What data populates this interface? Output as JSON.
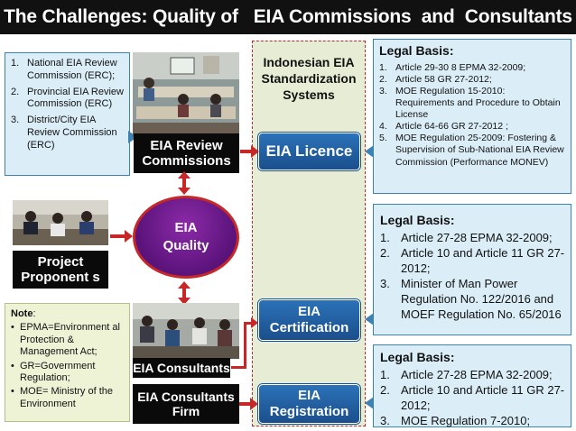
{
  "title": "The Challenges: Quality of   EIA Commissions  and  Consultants",
  "commissions_list": [
    {
      "num": "1.",
      "text": "National EIA Review Commission (ERC);"
    },
    {
      "num": "2.",
      "text": "Provincial EIA Review Commission (ERC)"
    },
    {
      "num": "3.",
      "text": "District/City EIA Review Commission (ERC)"
    }
  ],
  "labels": {
    "eia_review_commissions_1": "EIA Review",
    "eia_review_commissions_2": "Commissions",
    "eia_quality_1": "EIA",
    "eia_quality_2": "Quality",
    "project_proponents_1": "Project",
    "project_proponents_2": "Proponent s",
    "eia_consultants": "EIA Consultants",
    "eia_consultants_firm_1": "EIA Consultants",
    "eia_consultants_firm_2": "Firm"
  },
  "center_column": {
    "title_1": "Indonesian EIA",
    "title_2": "Standardization",
    "title_3": "Systems",
    "licence": "EIA Licence",
    "certification_1": "EIA",
    "certification_2": "Certification",
    "registration_1": "EIA",
    "registration_2": "Registration"
  },
  "legal_basis_1": {
    "title": "Legal Basis:",
    "items": [
      {
        "num": "1.",
        "text": "Article 29-30 8 EPMA 32-2009;"
      },
      {
        "num": "2.",
        "text": "Article 58 GR 27-2012;"
      },
      {
        "num": "3.",
        "text": "MOE Regulation 15-2010: Requirements and Procedure to Obtain License"
      },
      {
        "num": "4.",
        "text": "Article 64-66 GR 27-2012 ;"
      },
      {
        "num": "5.",
        "text": "MOE Regulation 25-2009: Fostering & Supervision of Sub-National EIA Review Commission (Performance MONEV)"
      }
    ]
  },
  "legal_basis_2": {
    "title": "Legal Basis:",
    "items": [
      {
        "num": "1.",
        "text": "Article 27-28 EPMA 32-2009;"
      },
      {
        "num": "2.",
        "text": "Article 10 and Article 11 GR 27-2012;"
      },
      {
        "num": "3.",
        "text": "Minister of Man Power Regulation No. 122/2016 and MOEF Regulation No. 65/2016"
      }
    ]
  },
  "legal_basis_3": {
    "title": "Legal Basis:",
    "items": [
      {
        "num": "1.",
        "text": "Article 27-28 EPMA 32-2009;"
      },
      {
        "num": "2.",
        "text": "Article 10 and Article 11 GR 27-2012;"
      },
      {
        "num": "3.",
        "text": "MOE Regulation 7-2010;"
      }
    ]
  },
  "note": {
    "title": "Note",
    "title_suffix": ":",
    "items": [
      "EPMA=Environment al Protection & Management Act;",
      "GR=Government Regulation;",
      "MOE= Ministry of the Environment"
    ]
  },
  "colors": {
    "title_bg": "#111111",
    "blue_box_bg": "#dbeef8",
    "blue_box_border": "#3c83b3",
    "center_column_bg": "#e7edd4",
    "dashed_border": "#c62828",
    "arrow_red": "#c62828",
    "eia_quality_circle": "#6a1a86",
    "note_box_bg": "#eef3d6",
    "pill_blue": "#2b72b8"
  }
}
